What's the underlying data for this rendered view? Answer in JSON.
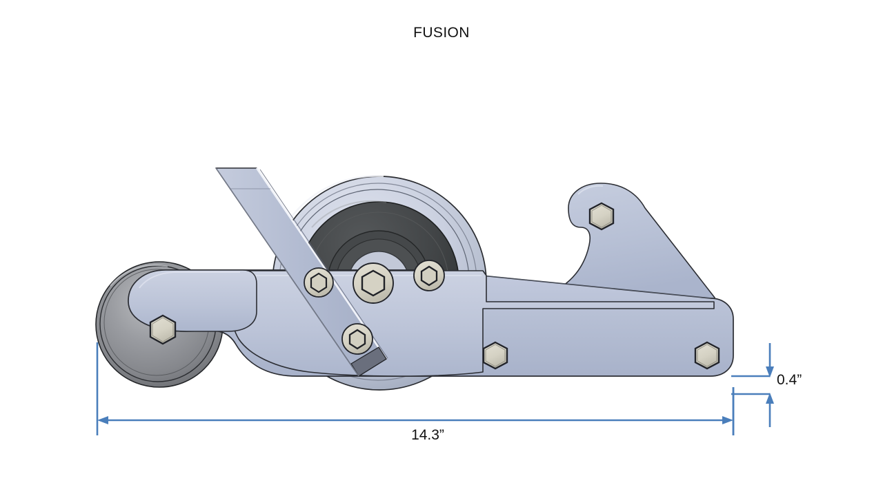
{
  "slide": {
    "title": "FUSION",
    "background_color": "#ffffff"
  },
  "drawing": {
    "name": "wheel-bracket-assembly",
    "view": "side elevation",
    "colors": {
      "body_fill": "#b4bdd2",
      "body_fill_light": "#c6ccdd",
      "body_edge": "#2b2b30",
      "wheel_gray": "#8e9095",
      "wheel_gray_dark": "#6f7175",
      "hub_dark": "#3d4041",
      "hub_darker": "#2e3132",
      "pulley_rim": "#c8cddd",
      "bolt_fill": "#d7d4c6",
      "bolt_edge": "#22242a",
      "dimension_blue": "#4a7ebb"
    },
    "parts": [
      {
        "name": "rear-caster-wheel",
        "type": "disc"
      },
      {
        "name": "pulley-wheel",
        "type": "grooved-wheel"
      },
      {
        "name": "main-lower-plate",
        "type": "plate"
      },
      {
        "name": "hook-bracket",
        "type": "bracket"
      },
      {
        "name": "diagonal-strap",
        "type": "flat-bar"
      }
    ],
    "fasteners": [
      {
        "name": "bolt-rear-axle",
        "style": "hex"
      },
      {
        "name": "bolt-strap-upper",
        "style": "socket-hex"
      },
      {
        "name": "bolt-pulley-axle",
        "style": "socket-hex"
      },
      {
        "name": "bolt-pulley-right",
        "style": "socket-hex"
      },
      {
        "name": "bolt-strap-lower",
        "style": "socket-hex"
      },
      {
        "name": "bolt-plate-mid",
        "style": "hex"
      },
      {
        "name": "bolt-plate-right",
        "style": "hex"
      },
      {
        "name": "bolt-hook-top",
        "style": "hex"
      }
    ]
  },
  "dimensions": {
    "overall_length": {
      "value": "14.3”",
      "orientation": "horizontal",
      "line_color": "#4a7ebb"
    },
    "plate_thickness": {
      "value": "0.4”",
      "orientation": "vertical",
      "line_color": "#4a7ebb"
    }
  }
}
